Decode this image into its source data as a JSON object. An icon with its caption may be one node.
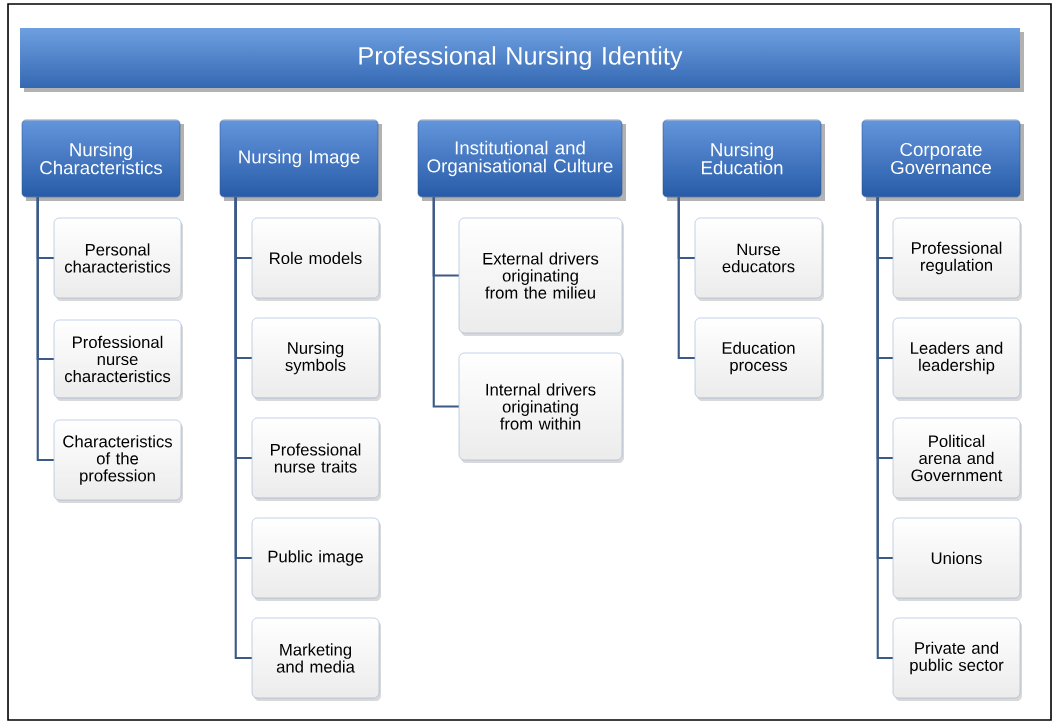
{
  "diagram": {
    "nodes": [
      {
        "text": [
          "Professional Nursing Identity"
        ]
      },
      {
        "text": [
          "Nursing Characteristics"
        ]
      },
      {
        "text": [
          "Personal characteristics"
        ]
      },
      {
        "text": [
          "Professional nurse characteristics"
        ]
      },
      {
        "text": [
          "Characteristics of the profession"
        ]
      },
      {
        "text": [
          "Nursing Image"
        ]
      },
      {
        "text": [
          "Role models"
        ]
      },
      {
        "text": [
          "Nursing symbols"
        ]
      },
      {
        "text": [
          "Professional nurse traits"
        ]
      },
      {
        "text": [
          "Public image"
        ]
      },
      {
        "text": [
          "Marketing and media"
        ]
      },
      {
        "text": [
          "Institutional and Organisational Culture"
        ]
      },
      {
        "text": [
          "External drivers originating from the milieu"
        ]
      },
      {
        "text": [
          "Internal drivers originating from within"
        ]
      },
      {
        "text": [
          "Nursing Education"
        ]
      },
      {
        "text": [
          "Nurse educators"
        ]
      },
      {
        "text": [
          "Education process"
        ]
      },
      {
        "text": [
          "Corporate Governance"
        ]
      },
      {
        "text": [
          "Professional regulation"
        ]
      },
      {
        "text": [
          "Leaders and leadership"
        ]
      },
      {
        "text": [
          "Political arena and Government"
        ]
      },
      {
        "text": [
          "Unions"
        ]
      },
      {
        "text": [
          "Private and public sector"
        ]
      }
    ],
    "edges": [
      {
        "from": 1,
        "to": 2,
        "arrow": "none"
      },
      {
        "from": 1,
        "to": 3,
        "arrow": "none"
      },
      {
        "from": 1,
        "to": 4,
        "arrow": "none"
      },
      {
        "from": 5,
        "to": 6,
        "arrow": "none"
      },
      {
        "from": 5,
        "to": 7,
        "arrow": "none"
      },
      {
        "from": 5,
        "to": 8,
        "arrow": "none"
      },
      {
        "from": 5,
        "to": 9,
        "arrow": "none"
      },
      {
        "from": 5,
        "to": 10,
        "arrow": "none"
      },
      {
        "from": 11,
        "to": 12,
        "arrow": "none"
      },
      {
        "from": 11,
        "to": 13,
        "arrow": "none"
      },
      {
        "from": 14,
        "to": 15,
        "arrow": "none"
      },
      {
        "from": 14,
        "to": 16,
        "arrow": "none"
      },
      {
        "from": 17,
        "to": 18,
        "arrow": "none"
      },
      {
        "from": 17,
        "to": 19,
        "arrow": "none"
      },
      {
        "from": 17,
        "to": 20,
        "arrow": "none"
      },
      {
        "from": 17,
        "to": 21,
        "arrow": "none"
      },
      {
        "from": 17,
        "to": 22,
        "arrow": "none"
      }
    ]
  }
}
